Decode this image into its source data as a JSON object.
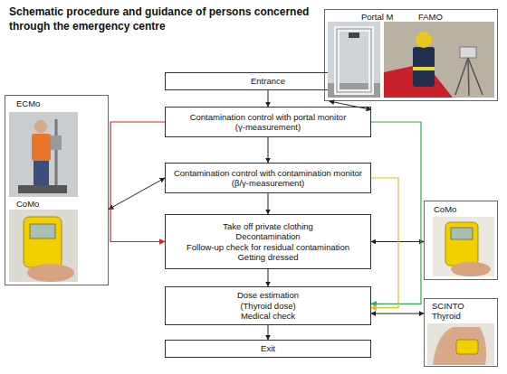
{
  "diagram": {
    "title": "Schematic procedure and guidance of persons concerned through the emergency centre",
    "nodes": [
      {
        "text": [
          "Portal M",
          "FAMO"
        ]
      },
      {
        "text": [
          "Entrance"
        ]
      },
      {
        "text": [
          "Contamination control with portal monitor",
          "(γ-measurement)"
        ]
      },
      {
        "text": [
          "ECMo",
          "CoMo"
        ]
      },
      {
        "text": [
          "Contamination control with contamination monitor",
          "(β/γ-measurement)"
        ]
      },
      {
        "text": [
          "Take off private clothing",
          "Decontamination",
          "Follow-up check for residual contamination",
          "Getting dressed"
        ]
      },
      {
        "text": [
          "CoMo"
        ]
      },
      {
        "text": [
          "Dose estimation",
          "(Thyroid dose)",
          "Medical check"
        ]
      },
      {
        "text": [
          "SCINTO Thyroid"
        ]
      },
      {
        "text": [
          "Exit"
        ]
      }
    ],
    "edges": [
      {
        "from": 1,
        "to": 2,
        "arrow": "to"
      },
      {
        "from": 2,
        "to": 4,
        "arrow": "to"
      },
      {
        "from": 4,
        "to": 5,
        "arrow": "to"
      },
      {
        "from": 5,
        "to": 7,
        "arrow": "to"
      },
      {
        "from": 7,
        "to": 9,
        "arrow": "to"
      },
      {
        "from": 2,
        "to": 0,
        "arrow": "both"
      },
      {
        "from": 4,
        "to": 3,
        "arrow": "both"
      },
      {
        "from": 5,
        "to": 6,
        "arrow": "both"
      },
      {
        "from": 7,
        "to": 8,
        "arrow": "both"
      },
      {
        "from": 2,
        "to": 5,
        "arrow": "to"
      },
      {
        "from": 2,
        "to": 7,
        "arrow": "to"
      },
      {
        "from": 4,
        "to": 7,
        "arrow": "to"
      }
    ]
  }
}
